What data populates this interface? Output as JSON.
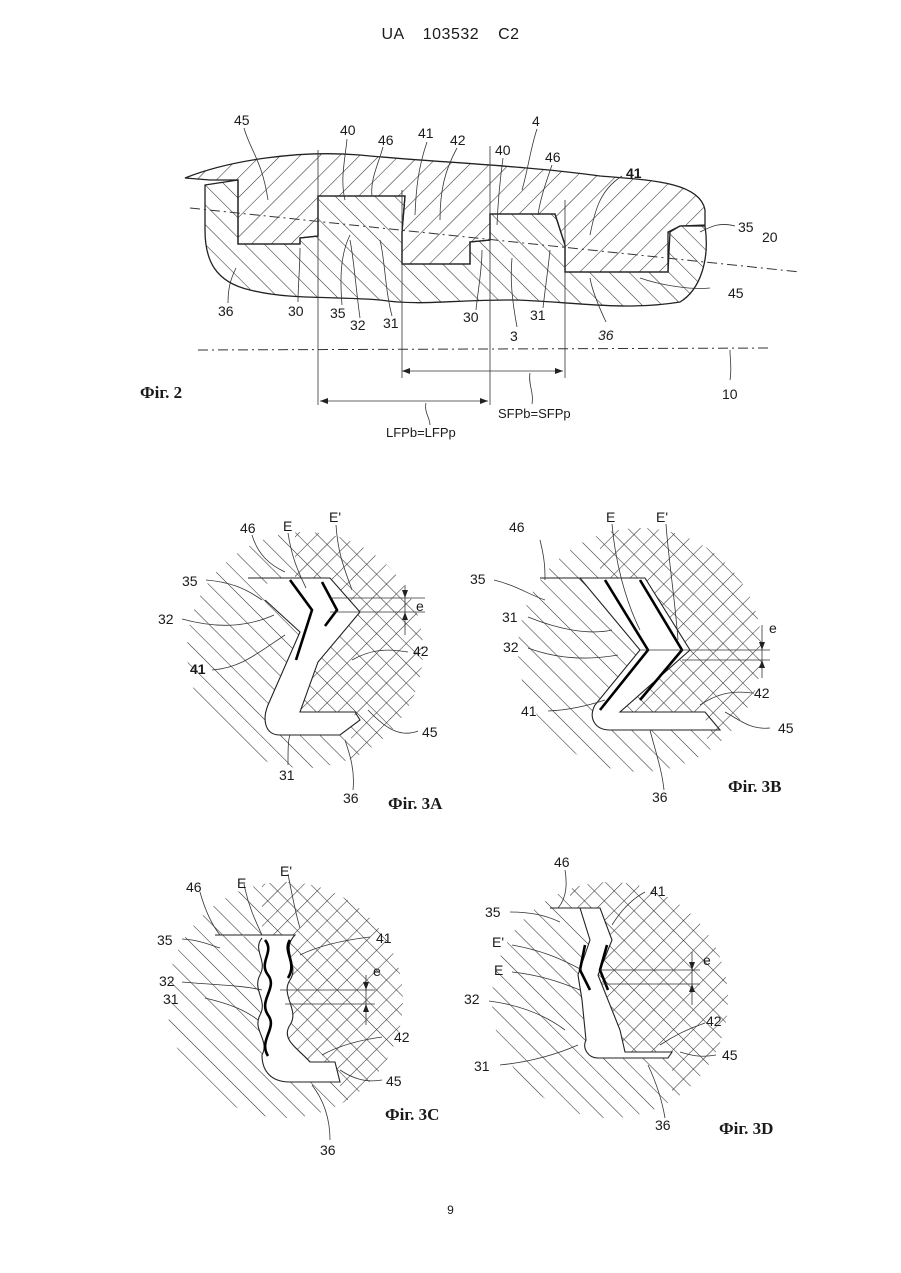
{
  "header": {
    "text": "UA   103532   C2"
  },
  "page_number": "9",
  "fig2": {
    "caption": "Фіг. 2",
    "labels": [
      "45",
      "40",
      "46",
      "41",
      "42",
      "4",
      "40",
      "46",
      "41",
      "35",
      "20",
      "45",
      "36",
      "30",
      "35",
      "32",
      "31",
      "30",
      "3",
      "31",
      "36",
      "10"
    ],
    "dim_long": "LFPb=LFPp",
    "dim_short": "SFPb=SFPp"
  },
  "fig3a": {
    "caption": "Фіг. 3A",
    "labels": [
      "E",
      "E'",
      "46",
      "35",
      "e",
      "32",
      "42",
      "41",
      "45",
      "31",
      "36"
    ]
  },
  "fig3b": {
    "caption": "Фіг. 3B",
    "labels": [
      "46",
      "E",
      "E'",
      "35",
      "31",
      "e",
      "32",
      "42",
      "41",
      "45",
      "36"
    ]
  },
  "fig3c": {
    "caption": "Фіг. 3C",
    "labels": [
      "46",
      "E",
      "E'",
      "35",
      "41",
      "e",
      "32",
      "31",
      "42",
      "45",
      "36"
    ]
  },
  "fig3d": {
    "caption": "Фіг. 3D",
    "labels": [
      "46",
      "41",
      "35",
      "E'",
      "e",
      "E",
      "32",
      "42",
      "31",
      "45",
      "36"
    ]
  }
}
